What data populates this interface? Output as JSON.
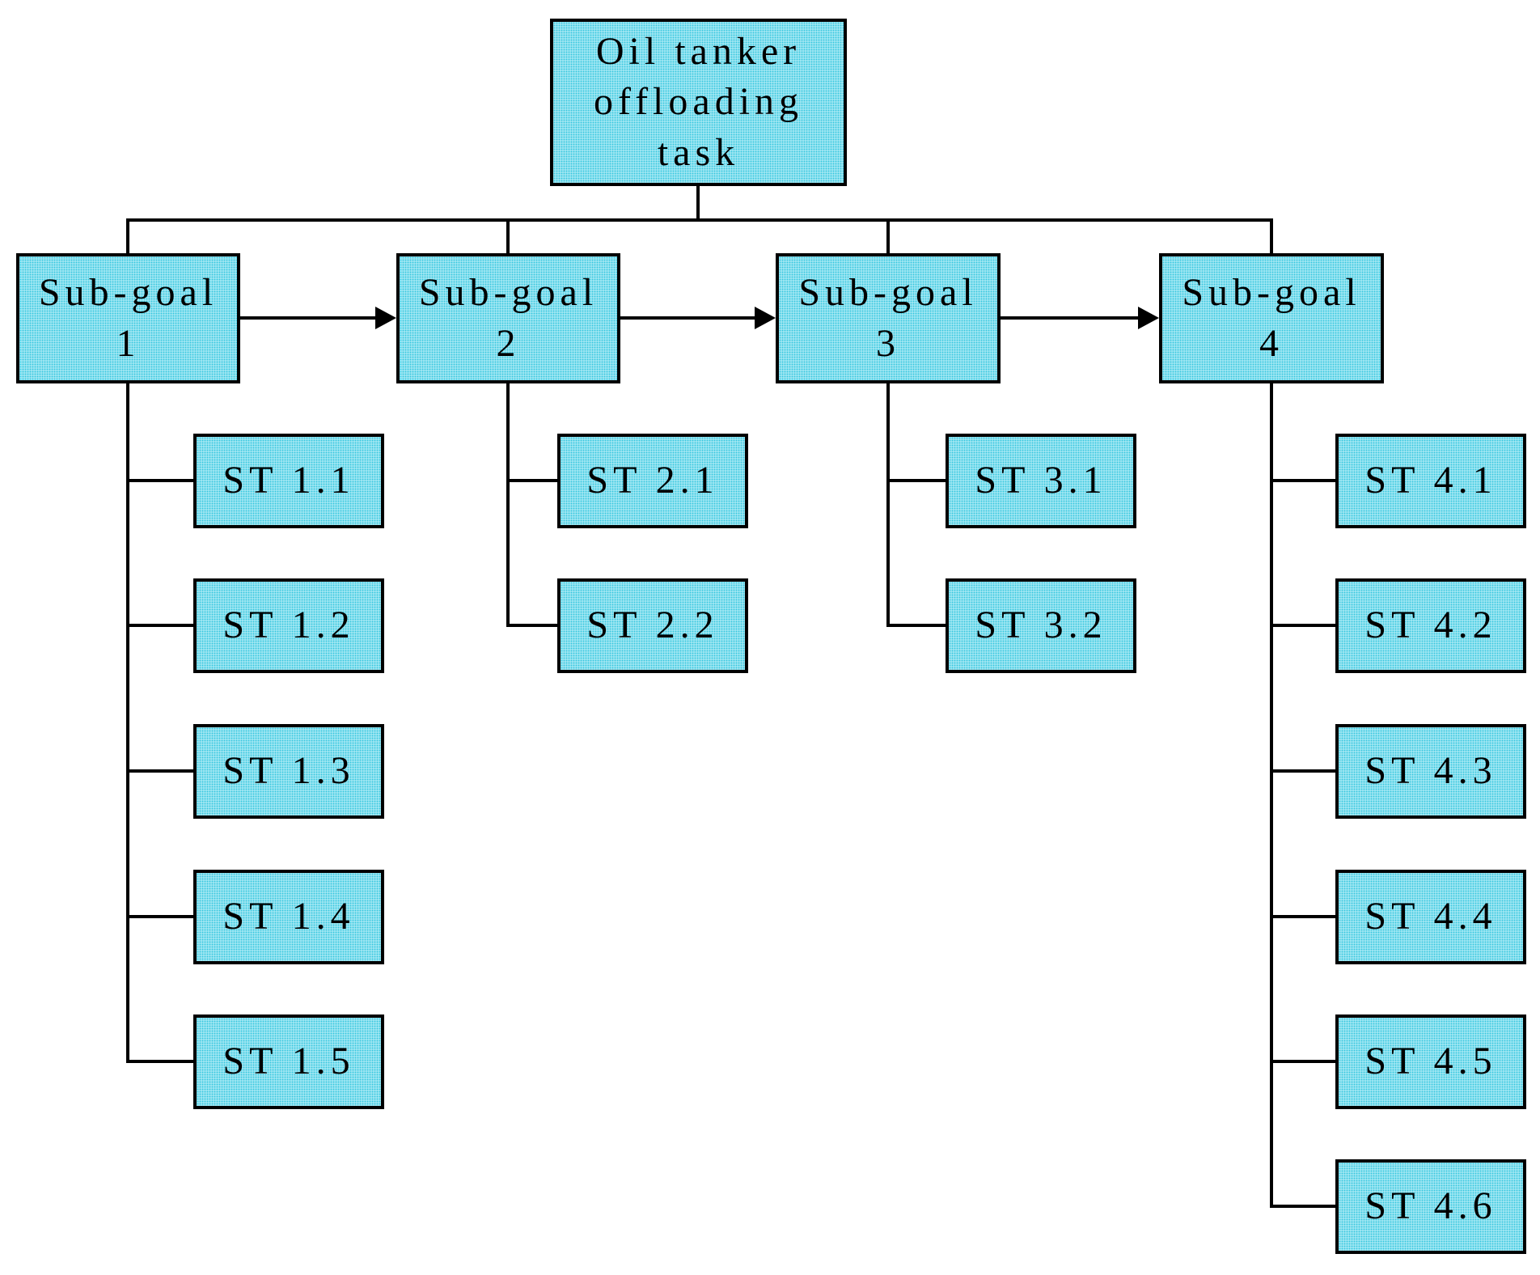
{
  "diagram_type": "task-hierarchy-flowchart",
  "background_color": "#ffffff",
  "root": {
    "label": "Oil tanker offloading task"
  },
  "subgoals": [
    {
      "label": "Sub-goal 1",
      "subtasks": [
        "ST 1.1",
        "ST 1.2",
        "ST 1.3",
        "ST 1.4",
        "ST 1.5"
      ]
    },
    {
      "label": "Sub-goal 2",
      "subtasks": [
        "ST 2.1",
        "ST 2.2"
      ]
    },
    {
      "label": "Sub-goal 3",
      "subtasks": [
        "ST 3.1",
        "ST 3.2"
      ]
    },
    {
      "label": "Sub-goal 4",
      "subtasks": [
        "ST 4.1",
        "ST 4.2",
        "ST 4.3",
        "ST 4.4",
        "ST 4.5",
        "ST 4.6"
      ]
    }
  ],
  "sequence_arrows": [
    {
      "from": "Sub-goal 1",
      "to": "Sub-goal 2"
    },
    {
      "from": "Sub-goal 2",
      "to": "Sub-goal 3"
    },
    {
      "from": "Sub-goal 3",
      "to": "Sub-goal 4"
    }
  ],
  "colors": {
    "box_fill_base": "#baeef7",
    "box_fill_dot": "#36c7df",
    "box_border": "#000000",
    "connector": "#000000",
    "shadow_dot": "#4d7fdb",
    "text": "#000000"
  }
}
